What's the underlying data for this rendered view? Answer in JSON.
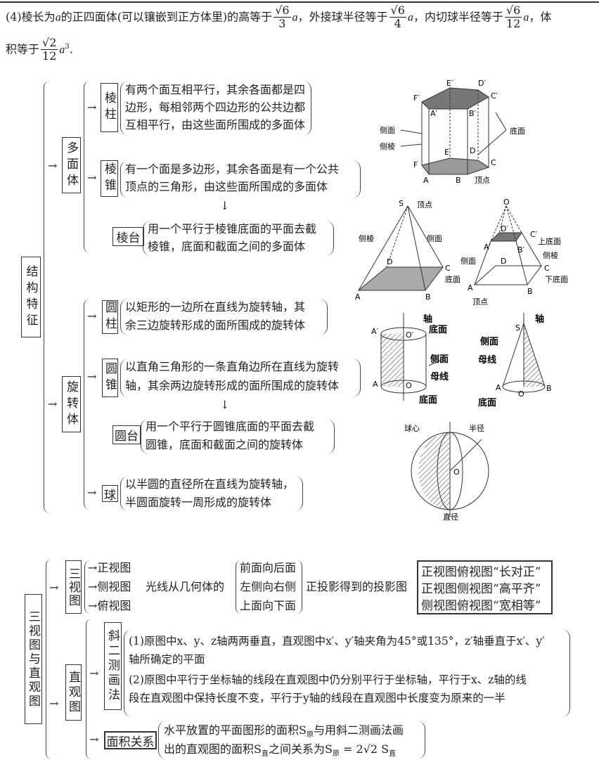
{
  "intro": {
    "label": "(4)",
    "p1": "棱长为",
    "a": "a",
    "p2": "的正四面体(可以镶嵌到正方体里)的高等于",
    "f1n": "√6",
    "f1d": "3",
    "p3": "，外接球半径等于",
    "f2n": "√6",
    "f2d": "4",
    "p4": "，内切球半径等于",
    "f3n": "√6",
    "f3d": "12",
    "p5": "，体",
    "p6": "积等于",
    "f4n": "√2",
    "f4d": "12",
    "p7": "."
  },
  "structure": {
    "title": "结构特征",
    "polyhedron": {
      "label": "多面体",
      "prism": {
        "label": "棱柱",
        "lines": [
          "有两个面互相平行，其余各面都是四",
          "边形，每相邻两个四边形的公共边都",
          "互相平行，由这些面所围成的多面体"
        ]
      },
      "pyramid": {
        "label": "棱锥",
        "lines": [
          "有一个面是多边形，其余各面是有一个公共",
          "顶点的三角形，由这些面所围成的多面体"
        ]
      },
      "frustum": {
        "label": "棱台",
        "lines": [
          "用一个平行于棱锥底面的平面去截",
          "棱锥，底面和截面之间的多面体"
        ]
      }
    },
    "rotation": {
      "label": "旋转体",
      "cylinder": {
        "label": "圆柱",
        "lines": [
          "以矩形的一边所在直线为旋转轴，其",
          "余三边旋转形成的面所围成的旋转体"
        ]
      },
      "cone": {
        "label": "圆锥",
        "lines": [
          "以直角三角形的一条直角边所在直线为旋转",
          "轴，其余两边旋转形成的面所围成的旋转体"
        ]
      },
      "cfrustum": {
        "label": "圆台",
        "lines": [
          "用一个平行于圆锥底面的平面去截",
          "圆锥，底面和截面之间的旋转体"
        ]
      },
      "sphere": {
        "label": "球",
        "lines": [
          "以半圆的直径所在直线为旋转轴，",
          "半圆面旋转一周形成的旋转体"
        ]
      }
    },
    "arrow": "→",
    "down": "↓"
  },
  "figures": {
    "prism": {
      "side": "侧面",
      "edge": "侧棱",
      "base": "底面",
      "vertex": "顶点",
      "pts": [
        "E′",
        "D′",
        "F′",
        "C′",
        "A′",
        "B′",
        "E",
        "D",
        "F",
        "C",
        "A",
        "B"
      ]
    },
    "pyramid": {
      "vertex": "顶点",
      "edge": "侧棱",
      "side": "侧面",
      "base": "底面",
      "pts": [
        "S",
        "D",
        "C",
        "A",
        "B"
      ]
    },
    "frustum": {
      "top": "上底面",
      "edge": "侧棱",
      "side": "侧面",
      "bottom": "下底面",
      "vertex": "顶点",
      "pts": [
        "O",
        "D′",
        "C′",
        "A′",
        "B′",
        "D",
        "C",
        "A",
        "B"
      ]
    },
    "cylinder": {
      "axis": "轴",
      "base": "底面",
      "side": "侧面",
      "gen": "母线",
      "bottom": "底面",
      "pts": [
        "A′",
        "O′",
        "A",
        "O"
      ]
    },
    "cone": {
      "axis": "轴",
      "side": "侧面",
      "gen": "母线",
      "bottom": "底面",
      "pts": [
        "S",
        "A",
        "O",
        "B"
      ]
    },
    "sphere": {
      "center": "球心",
      "radius": "半径",
      "diameter": "直径",
      "pts": [
        "O"
      ]
    }
  },
  "views": {
    "title": "三视图与直观图",
    "three": {
      "label": "三视图",
      "items": [
        "正视图",
        "侧视图",
        "俯视图"
      ],
      "light": "光线从几何体的",
      "dirs": [
        "前面向后面",
        "左侧向右侧",
        "上面向下面"
      ],
      "proj": "正投影得到的投影图",
      "rules": [
        "正视图俯视图“长对正”",
        "正视图侧视图“高平齐”",
        "侧视图俯视图“宽相等”"
      ]
    },
    "direct": {
      "label": "直观图",
      "oblique": {
        "label": "斜二测画法",
        "lines": [
          "(1)原图中x、y、z轴两两垂直，直观图中x′、y′轴夹角为45°或135°，z′轴垂直于x′、y′",
          "轴所确定的平面",
          "(2)原图中平行于坐标轴的线段在直观图中仍分别平行于坐标轴，平行于x、z轴的线",
          "段在直观图中保持长度不变，平行于y轴的线段在直观图中长度变为原来的一半"
        ]
      },
      "area": {
        "label": "面积关系",
        "l1a": "水平放置的平面图形的面积S",
        "sub1": "原",
        "l1b": "与用斜二测画法画",
        "l2a": "出的直观图的面积S",
        "sub2": "直",
        "l2b": "之间关系为S",
        "sub3": "原",
        "l2c": " = 2√2 S",
        "sub4": "直"
      }
    }
  }
}
